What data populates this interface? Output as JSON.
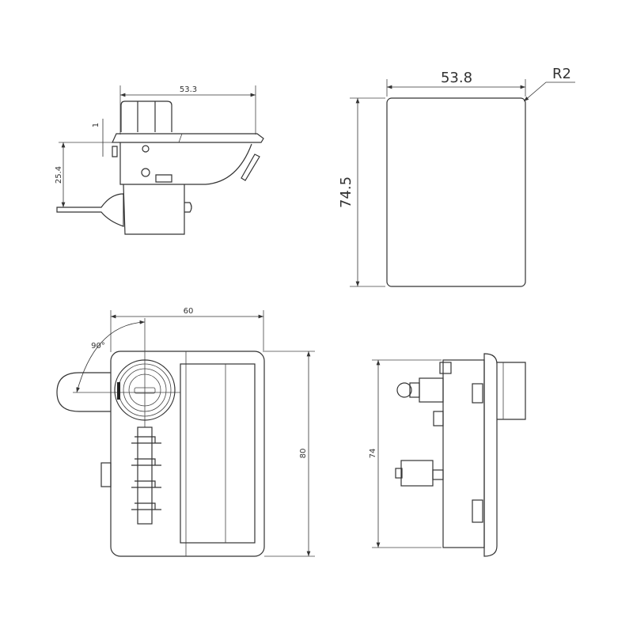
{
  "drawing": {
    "side_view_top": {
      "width_dim": "53.3",
      "offset_dim": "1",
      "height_dim": "25.4"
    },
    "panel_view": {
      "width_dim": "53.8",
      "radius_dim": "R2",
      "height_dim": "74.5"
    },
    "front_view": {
      "width_dim": "60",
      "angle_dim": "90°",
      "height_dim": "80"
    },
    "side_view_bottom": {
      "height_dim": "74"
    }
  }
}
